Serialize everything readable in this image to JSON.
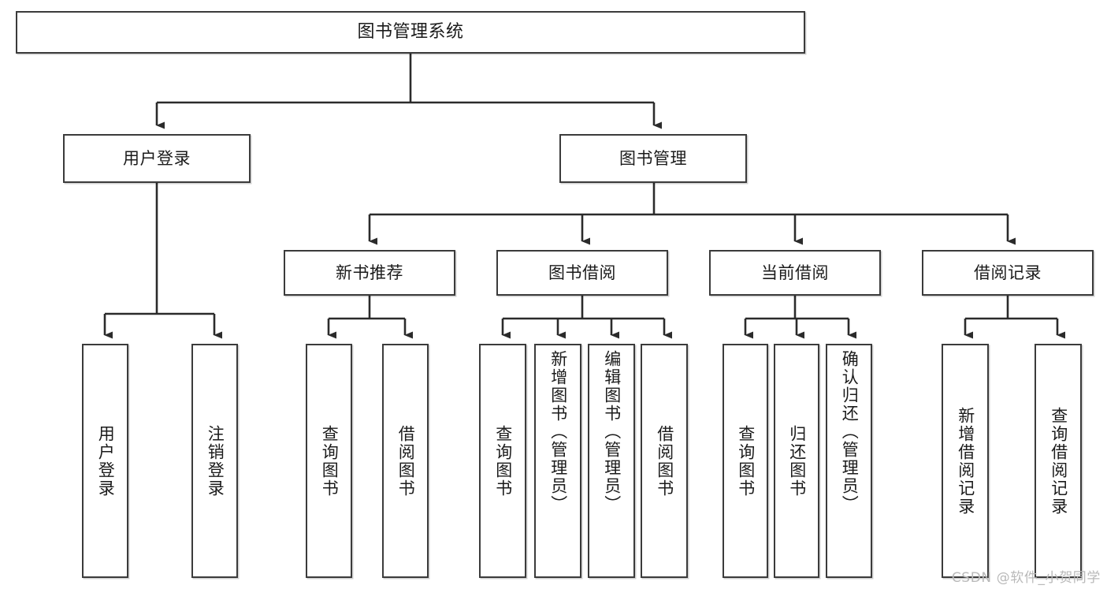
{
  "diagram": {
    "type": "tree",
    "title": "图书管理系统",
    "watermark": "CSDN @软件_小贺同学",
    "colors": {
      "box_border": "#3b3b3b",
      "box_fill": "#ffffff",
      "edge": "#2b2b2b",
      "text": "#1b1b1b",
      "watermark": "#b9b9b9",
      "background": "#ffffff"
    },
    "nodes": {
      "root": {
        "label": "图书管理系统"
      },
      "level2": [
        {
          "id": "user-login",
          "label": "用户登录"
        },
        {
          "id": "book-management",
          "label": "图书管理"
        }
      ],
      "level3": [
        {
          "id": "new-book-recommend",
          "label": "新书推荐"
        },
        {
          "id": "book-borrow",
          "label": "图书借阅"
        },
        {
          "id": "current-borrow",
          "label": "当前借阅"
        },
        {
          "id": "borrow-record",
          "label": "借阅记录"
        }
      ],
      "leaves": {
        "user_login": [
          {
            "id": "leaf-user-login",
            "label": "用户登录"
          },
          {
            "id": "leaf-logout-login",
            "label": "注销登录"
          }
        ],
        "new_book_recommend": [
          {
            "id": "leaf-query-book-1",
            "label": "查询图书"
          },
          {
            "id": "leaf-borrow-book-1",
            "label": "借阅图书"
          }
        ],
        "book_borrow": [
          {
            "id": "leaf-query-book-2",
            "label": "查询图书"
          },
          {
            "id": "leaf-add-book-admin",
            "label": "新增图书（管理员）"
          },
          {
            "id": "leaf-edit-book-admin",
            "label": "编辑图书（管理员）"
          },
          {
            "id": "leaf-borrow-book-2",
            "label": "借阅图书"
          }
        ],
        "current_borrow": [
          {
            "id": "leaf-query-book-3",
            "label": "查询图书"
          },
          {
            "id": "leaf-return-book",
            "label": "归还图书"
          },
          {
            "id": "leaf-confirm-return-admin",
            "label": "确认归还（管理员）"
          }
        ],
        "borrow_record": [
          {
            "id": "leaf-add-borrow-record",
            "label": "新增借阅记录"
          },
          {
            "id": "leaf-query-borrow-record",
            "label": "查询借阅记录"
          }
        ]
      }
    }
  }
}
